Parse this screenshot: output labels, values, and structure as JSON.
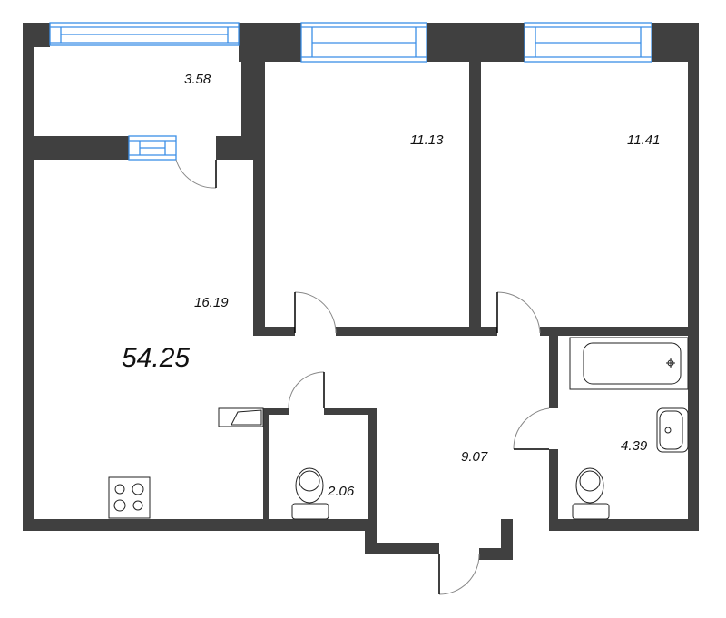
{
  "plan": {
    "total_area": "54.25",
    "rooms": {
      "balcony": "3.58",
      "bedroom_1": "11.13",
      "bedroom_2": "11.41",
      "living_kitchen": "16.19",
      "hallway": "9.07",
      "bathroom": "4.39",
      "toilet": "2.06"
    },
    "colors": {
      "wall": "#404040",
      "window": "#3a8ee6"
    }
  }
}
